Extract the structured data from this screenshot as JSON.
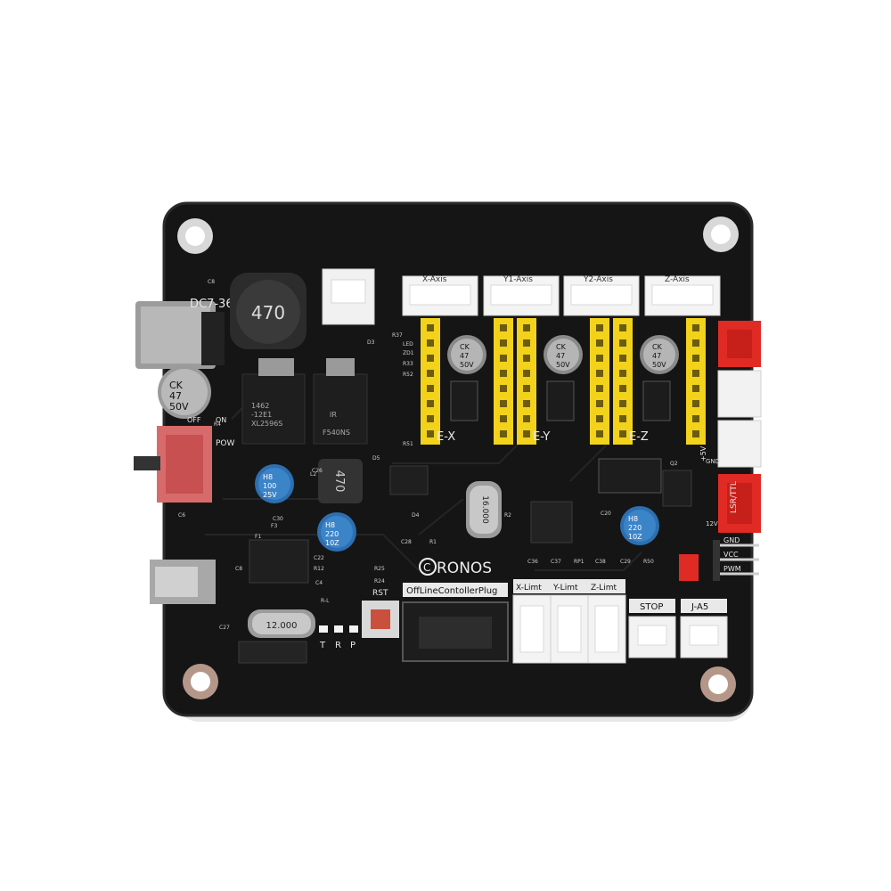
{
  "board": {
    "brand": "RONOS",
    "brand_mark": "C",
    "power_label": "DC7-36",
    "inductor_main": "470",
    "inductor_small": "470",
    "cap_left": [
      "CK",
      "47",
      "50V"
    ],
    "cap_mid": [
      "H8",
      "100",
      "25V"
    ],
    "cap_mid2": [
      "H8",
      "220",
      "10Z"
    ],
    "cap_right": [
      "H8",
      "220",
      "10Z"
    ],
    "regulator_1": [
      "XL2596S",
      "-12E1",
      "1462"
    ],
    "regulator_2": [
      "F540NS",
      "IR"
    ],
    "crystal_main": "12.000",
    "crystal_small": "16.000",
    "switch_label": "POW",
    "switch_off": "OFF",
    "switch_on": "ON",
    "axis_headers": [
      "X-Axis",
      "Y1-Axis",
      "Y2-Axis",
      "Z-Axis"
    ],
    "driver_labels": [
      "E-X",
      "E-Y",
      "E-Z"
    ],
    "driver_caps": [
      [
        "CK",
        "47",
        "50V"
      ],
      [
        "CK",
        "47",
        "50V"
      ],
      [
        "CK",
        "47",
        "50V"
      ]
    ],
    "offline_plug": "OffLineContollerPlug",
    "limit_labels": [
      "X-Limt",
      "Y-Limt",
      "Z-Limt"
    ],
    "stop_label": "STOP",
    "ja5_label": "J-A5",
    "rst_label": "RST",
    "leds": [
      "T",
      "R",
      "P"
    ],
    "laser_label": "LSR/TTL",
    "plus5v": "+5V",
    "gnd": "GND",
    "fan12v": "12V",
    "pins_right": [
      "GND",
      "VCC",
      "PWM"
    ],
    "small_refs": [
      "C8",
      "R37",
      "LED",
      "ZD1",
      "R33",
      "R52",
      "D3",
      "D5",
      "R51",
      "C36",
      "C37",
      "RP1",
      "C38",
      "C29",
      "R50",
      "C28",
      "R1",
      "R2",
      "D4",
      "C26",
      "Q2",
      "C20",
      "F1",
      "F3",
      "C30",
      "L2",
      "C22",
      "R12",
      "R25",
      "R24",
      "C27",
      "C8",
      "C4",
      "R-L",
      "C6",
      "R4"
    ]
  },
  "colors": {
    "pcb": "#141414",
    "yellow_header": "#f2d21b",
    "white_conn": "#f4f4f4",
    "red_conn": "#e02a24",
    "copper_ring": "#c9c9c9"
  }
}
